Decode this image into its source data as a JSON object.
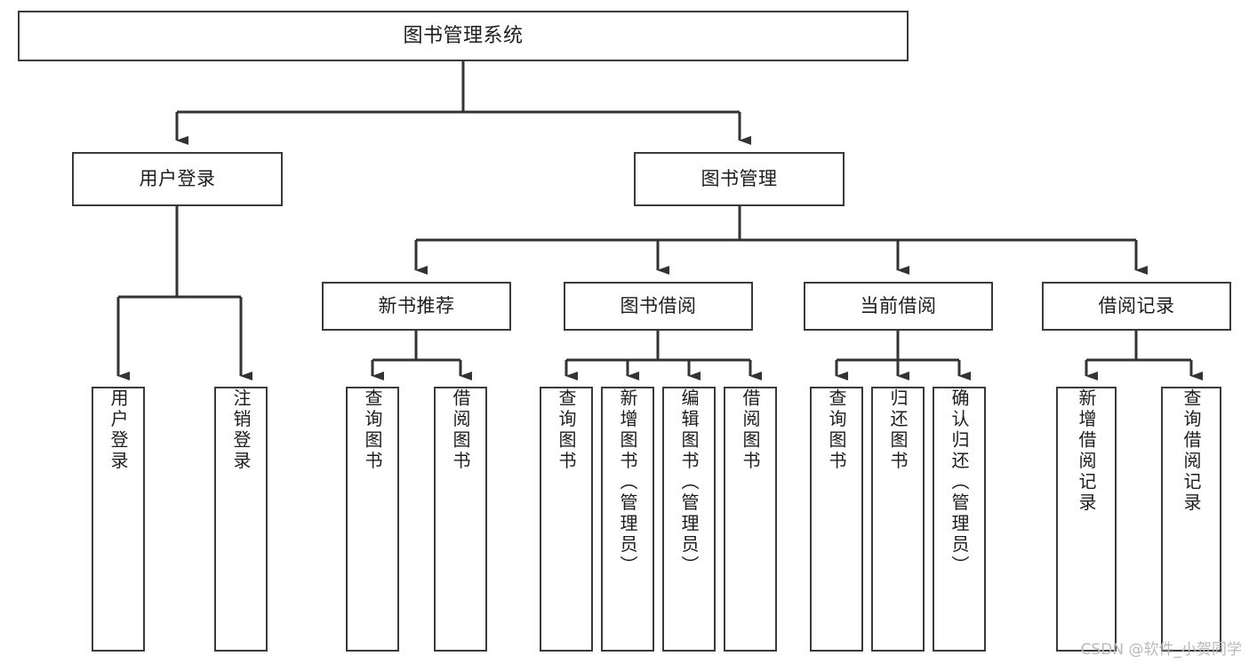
{
  "diagram": {
    "title": "图书管理系统",
    "type": "functional-structure-tree",
    "colors": {
      "box_border": "#3a3a3a",
      "box_fill": "#ffffff",
      "edge": "#333333",
      "text": "#1d1d1d",
      "watermark": "#b9b9b9",
      "background": "#ffffff"
    },
    "nodes": {
      "root": {
        "label": "图书管理系统"
      },
      "level1": [
        {
          "id": "user-login",
          "label": "用户登录"
        },
        {
          "id": "book-manage",
          "label": "图书管理"
        }
      ],
      "level2": [
        {
          "id": "new-book-recommend",
          "label": "新书推荐"
        },
        {
          "id": "book-borrow",
          "label": "图书借阅"
        },
        {
          "id": "current-borrow",
          "label": "当前借阅"
        },
        {
          "id": "borrow-record",
          "label": "借阅记录"
        }
      ],
      "leaves": {
        "user_login": [
          {
            "id": "leaf-user-login",
            "label": "用户登录"
          },
          {
            "id": "leaf-logout-login",
            "label": "注销登录"
          }
        ],
        "new_book_recommend": [
          {
            "id": "leaf-query-book-1",
            "label": "查询图书"
          },
          {
            "id": "leaf-borrow-book-1",
            "label": "借阅图书"
          }
        ],
        "book_borrow": [
          {
            "id": "leaf-query-book-2",
            "label": "查询图书"
          },
          {
            "id": "leaf-add-book-admin",
            "label": "新增图书（管理员）"
          },
          {
            "id": "leaf-edit-book-admin",
            "label": "编辑图书（管理员）"
          },
          {
            "id": "leaf-borrow-book-2",
            "label": "借阅图书"
          }
        ],
        "current_borrow": [
          {
            "id": "leaf-query-book-3",
            "label": "查询图书"
          },
          {
            "id": "leaf-return-book",
            "label": "归还图书"
          },
          {
            "id": "leaf-confirm-return-admin",
            "label": "确认归还（管理员）"
          }
        ],
        "borrow_record": [
          {
            "id": "leaf-add-borrow-record",
            "label": "新增借阅记录"
          },
          {
            "id": "leaf-query-borrow-record",
            "label": "查询借阅记录"
          }
        ]
      }
    },
    "watermark": "CSDN @软件_小贺同学"
  }
}
